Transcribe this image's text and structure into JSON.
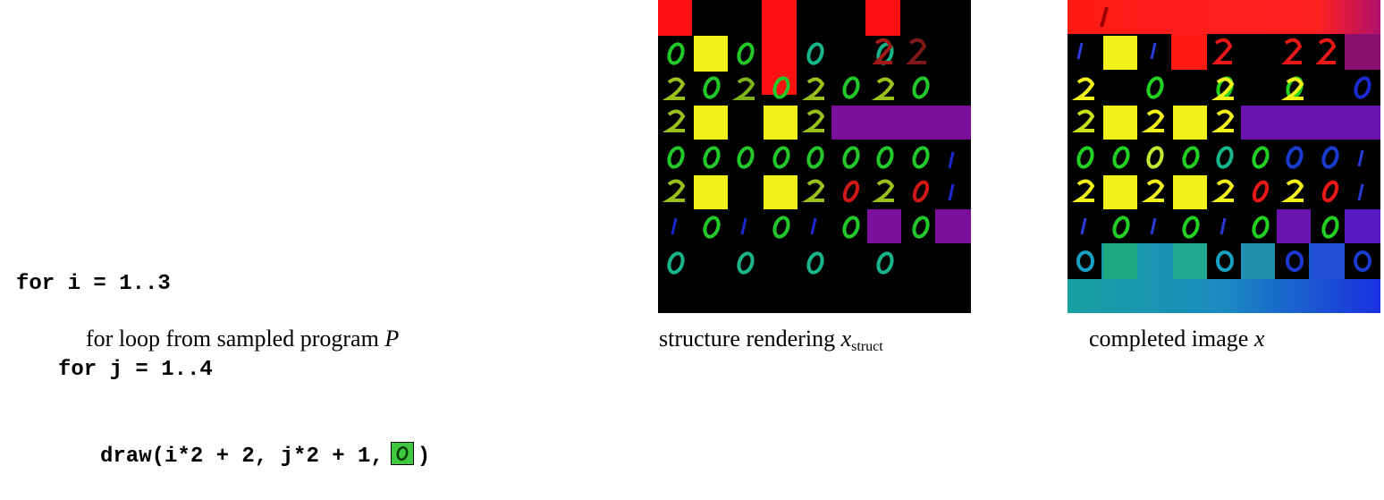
{
  "code": {
    "line1": "for i = 1..3",
    "line2": "for j = 1..4",
    "line3_prefix": "draw(i*2 + 2, j*2 + 1,",
    "line3_suffix": ")"
  },
  "captions": {
    "left": "for loop from sampled program",
    "left_var": "P",
    "middle": "structure rendering",
    "middle_var": "x",
    "middle_sub": "struct",
    "right": "completed image",
    "right_var": "x"
  },
  "colors": {
    "red": "#ff1010",
    "yellow": "#f2f21a",
    "purple": "#7a0f9a",
    "green_digit": "#22d022",
    "teal_digit": "#18b48a"
  }
}
